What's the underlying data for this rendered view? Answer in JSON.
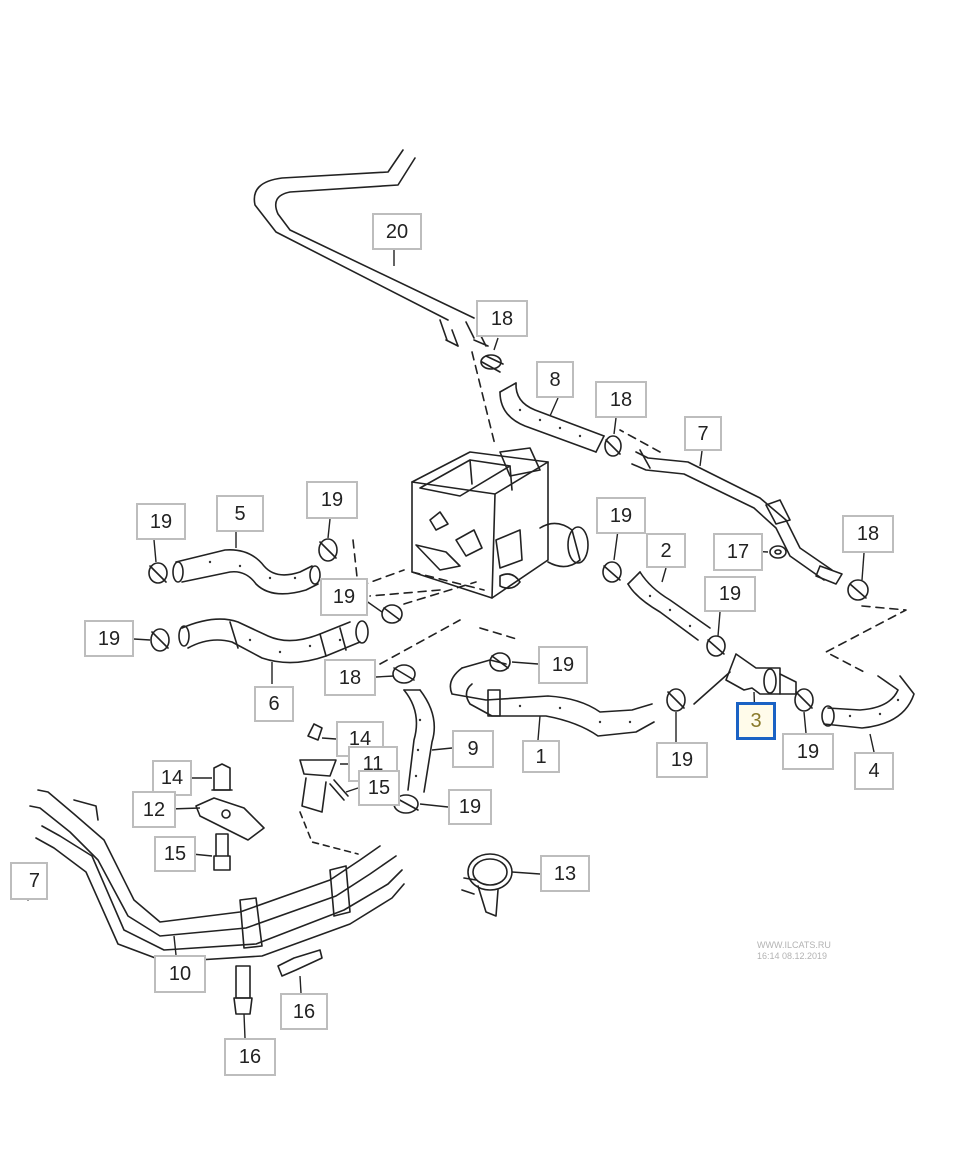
{
  "diagram": {
    "callouts": [
      {
        "id": "c20",
        "label": "20"
      },
      {
        "id": "c18a",
        "label": "18"
      },
      {
        "id": "c8",
        "label": "8"
      },
      {
        "id": "c18b",
        "label": "18"
      },
      {
        "id": "c7",
        "label": "7"
      },
      {
        "id": "c19a",
        "label": "19"
      },
      {
        "id": "c5",
        "label": "5"
      },
      {
        "id": "c19b",
        "label": "19"
      },
      {
        "id": "c19c",
        "label": "19"
      },
      {
        "id": "c2",
        "label": "2"
      },
      {
        "id": "c17",
        "label": "17"
      },
      {
        "id": "c18c",
        "label": "18"
      },
      {
        "id": "c19d",
        "label": "19"
      },
      {
        "id": "c19e",
        "label": "19"
      },
      {
        "id": "c19f",
        "label": "19"
      },
      {
        "id": "c6",
        "label": "6"
      },
      {
        "id": "c18d",
        "label": "18"
      },
      {
        "id": "c19g",
        "label": "19"
      },
      {
        "id": "c1",
        "label": "1"
      },
      {
        "id": "c3",
        "label": "3"
      },
      {
        "id": "c19h",
        "label": "19"
      },
      {
        "id": "c19i",
        "label": "19"
      },
      {
        "id": "c4",
        "label": "4"
      },
      {
        "id": "c14a",
        "label": "14"
      },
      {
        "id": "c11",
        "label": "11"
      },
      {
        "id": "c9",
        "label": "9"
      },
      {
        "id": "c15a",
        "label": "15"
      },
      {
        "id": "c14b",
        "label": "14"
      },
      {
        "id": "c12",
        "label": "12"
      },
      {
        "id": "c19j",
        "label": "19"
      },
      {
        "id": "c15b",
        "label": "15"
      },
      {
        "id": "c13",
        "label": "13"
      },
      {
        "id": "c10",
        "label": "10"
      },
      {
        "id": "c16a",
        "label": "16"
      },
      {
        "id": "c16b",
        "label": "16"
      },
      {
        "id": "c7edge",
        "label": "7"
      }
    ],
    "selected_callout": "3",
    "watermark": {
      "line1": "WWW.ILCATS.RU",
      "line2": "16:14 08.12.2019"
    },
    "colors": {
      "line": "#222222",
      "callout_border": "#bdbdbd",
      "highlight": "#1a62c4",
      "hose_dots": "#333333"
    }
  }
}
